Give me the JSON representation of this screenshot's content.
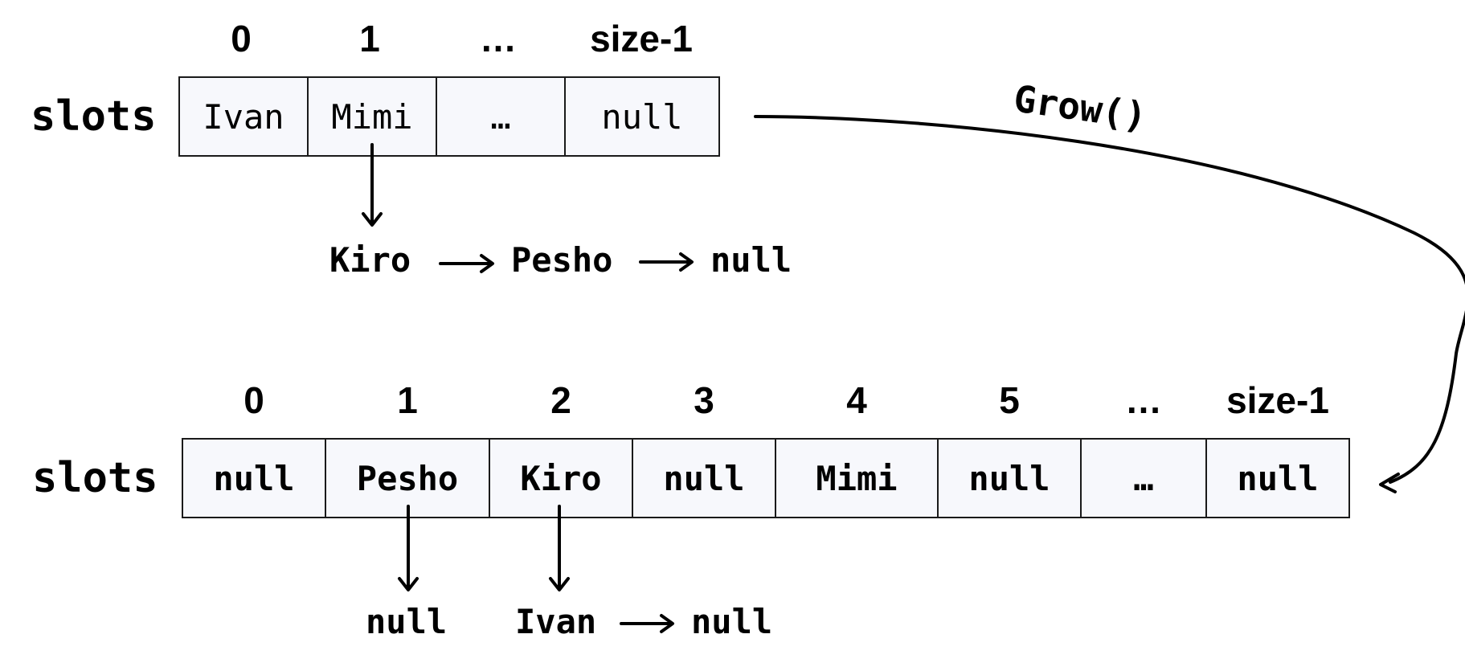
{
  "top": {
    "label": "slots",
    "indices": [
      "0",
      "1",
      "…",
      "size-1"
    ],
    "cells": [
      "Ivan",
      "Mimi",
      "…",
      "null"
    ],
    "chain": [
      "Kiro",
      "Pesho",
      "null"
    ]
  },
  "grow_label": "Grow()",
  "bottom": {
    "label": "slots",
    "indices": [
      "0",
      "1",
      "2",
      "3",
      "4",
      "5",
      "…",
      "size-1"
    ],
    "cells": [
      "null",
      "Pesho",
      "Kiro",
      "null",
      "Mimi",
      "null",
      "…",
      "null"
    ],
    "chain_pesho": [
      "null"
    ],
    "chain_kiro": [
      "Ivan",
      "null"
    ]
  }
}
